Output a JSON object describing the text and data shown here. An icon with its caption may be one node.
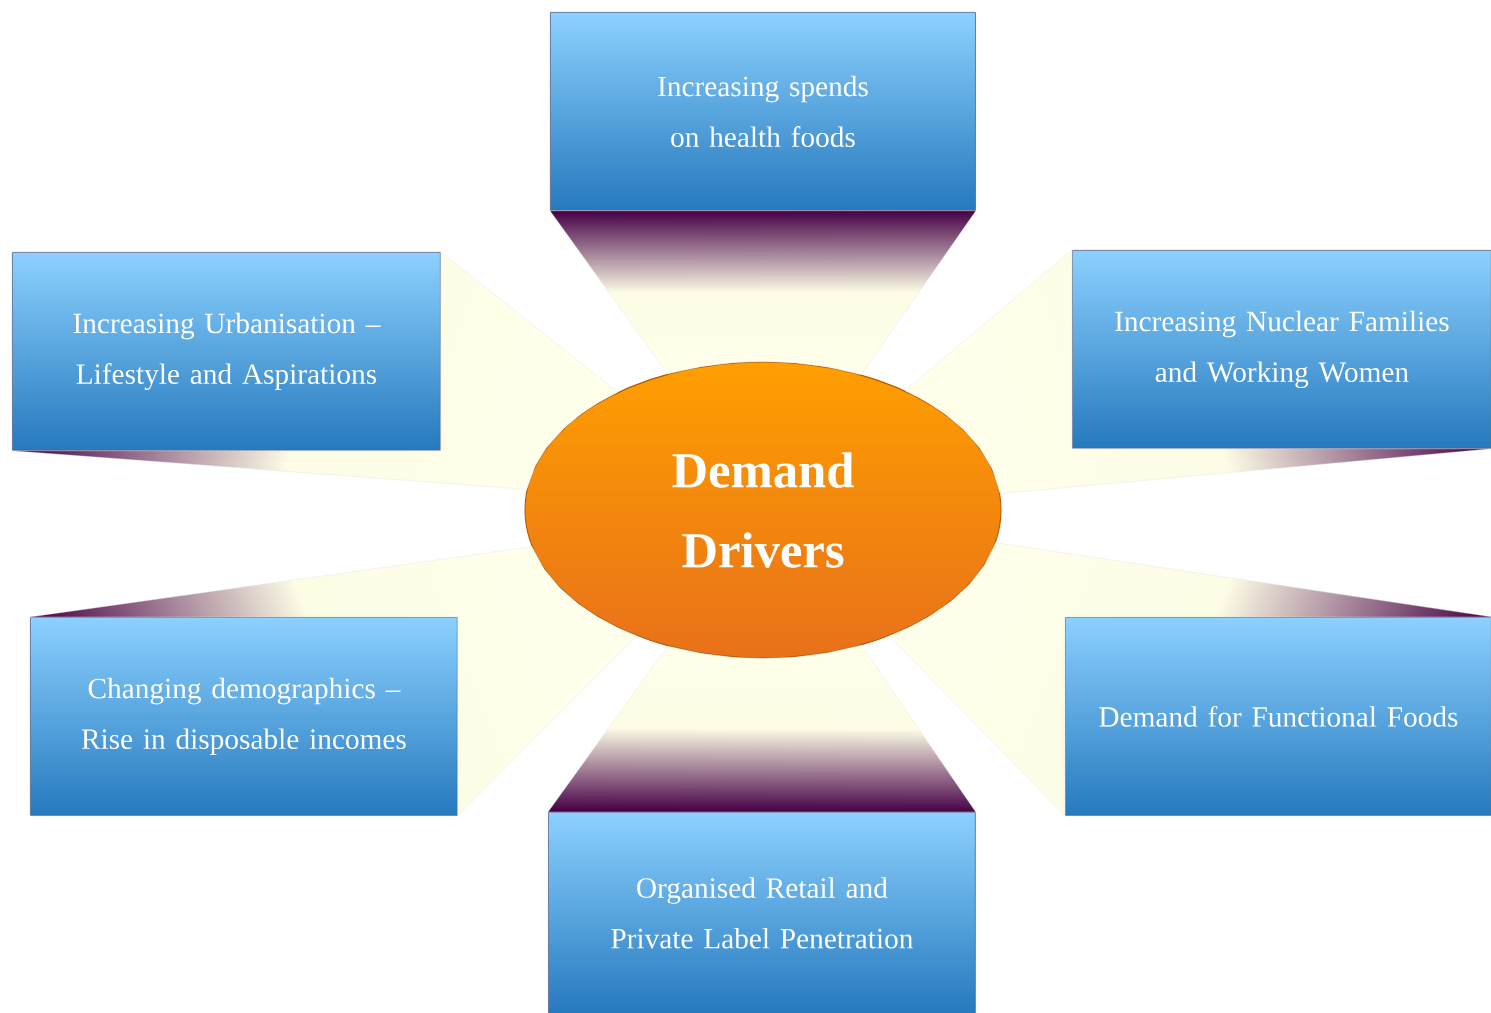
{
  "diagram": {
    "nodes": [
      {
        "text": [
          "Demand Drivers"
        ]
      },
      {
        "text": [
          "Increasing spends on health foods"
        ]
      },
      {
        "text": [
          "Increasing Urbanisation – Lifestyle and Aspirations"
        ]
      },
      {
        "text": [
          "Increasing Nuclear Families and Working Women"
        ]
      },
      {
        "text": [
          "Changing demographics – Rise in disposable incomes"
        ]
      },
      {
        "text": [
          "Demand for Functional Foods"
        ]
      },
      {
        "text": [
          "Organised Retail and Private Label Penetration"
        ]
      }
    ],
    "edges": [
      {
        "from": 0,
        "to": 1,
        "arrow": "none"
      },
      {
        "from": 0,
        "to": 2,
        "arrow": "none"
      },
      {
        "from": 0,
        "to": 3,
        "arrow": "none"
      },
      {
        "from": 0,
        "to": 4,
        "arrow": "none"
      },
      {
        "from": 0,
        "to": 5,
        "arrow": "none"
      },
      {
        "from": 0,
        "to": 6,
        "arrow": "none"
      }
    ]
  }
}
